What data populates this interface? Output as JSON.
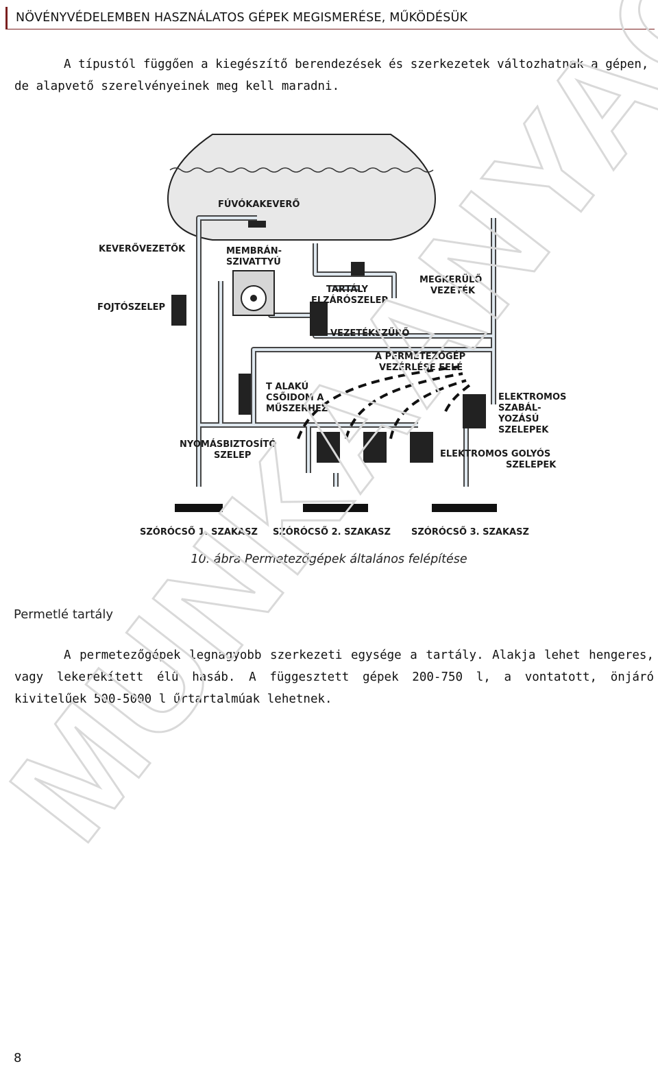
{
  "header": {
    "title": "NÖVÉNYVÉDELEMBEN HASZNÁLATOS GÉPEK MEGISMERÉSE, MŰKÖDÉSÜK"
  },
  "intro": {
    "line1": "A típustól függően a kiegészítő berendezések és szerkezetek változhatnak a gépen,",
    "line2": "de alapvető szerelvényeinek meg kell maradni."
  },
  "figure": {
    "labels": {
      "fuvokakevero": "FÚVÓKAKEVERŐ",
      "keverovezetok": "KEVERŐVEZETŐK",
      "membran1": "MEMBRÁN-",
      "membran2": "SZIVATTYÚ",
      "fojtoszelep": "FOJTÓSZELEP",
      "tartaly1": "TARTÁLY",
      "tartaly2": "ELZÁRÓSZELEP",
      "megkerulo1": "MEGKERÜLŐ",
      "megkerulo2": "VEZETÉK",
      "vezetekszuro": "VEZETÉKSZŰRŐ",
      "vezerles1": "A PERMETEZŐGÉP",
      "vezerles2": "VEZÉRLÉSE FELÉ",
      "talaku1": "T ALAKÚ",
      "talaku2": "CSŐIDOM A",
      "talaku3": "MŰSZERHEZ",
      "elektromos1": "ELEKTROMOS",
      "elektromos2": "SZABÁL-",
      "elektromos3": "YOZÁSÚ",
      "elektromos4": "SZELEPEK",
      "nyomas1": "NYOMÁSBIZTOSÍTÓ",
      "nyomas2": "SZELEP",
      "golyos1": "ELEKTROMOS GOLYÓS",
      "golyos2": "SZELEPEK",
      "szorocso1": "SZÓRÓCSŐ 1. SZAKASZ",
      "szorocso2": "SZÓRÓCSŐ 2. SZAKASZ",
      "szorocso3": "SZÓRÓCSŐ 3. SZAKASZ"
    },
    "caption": "10. ábra Permetezőgépek általános felépítése"
  },
  "section": {
    "title": "Permetlé tartály"
  },
  "body": {
    "text": "A permetezőgépek legnagyobb szerkezeti egysége a tartály. Alakja lehet hengeres, vagy lekerekített élű hasáb. A függesztett gépek 200-750 l, a vontatott, önjáró kivitelűek 500-5000 l űrtartalmúak lehetnek."
  },
  "watermark": {
    "text": "MUNKAANYAG"
  },
  "footer": {
    "page_number": "8"
  }
}
